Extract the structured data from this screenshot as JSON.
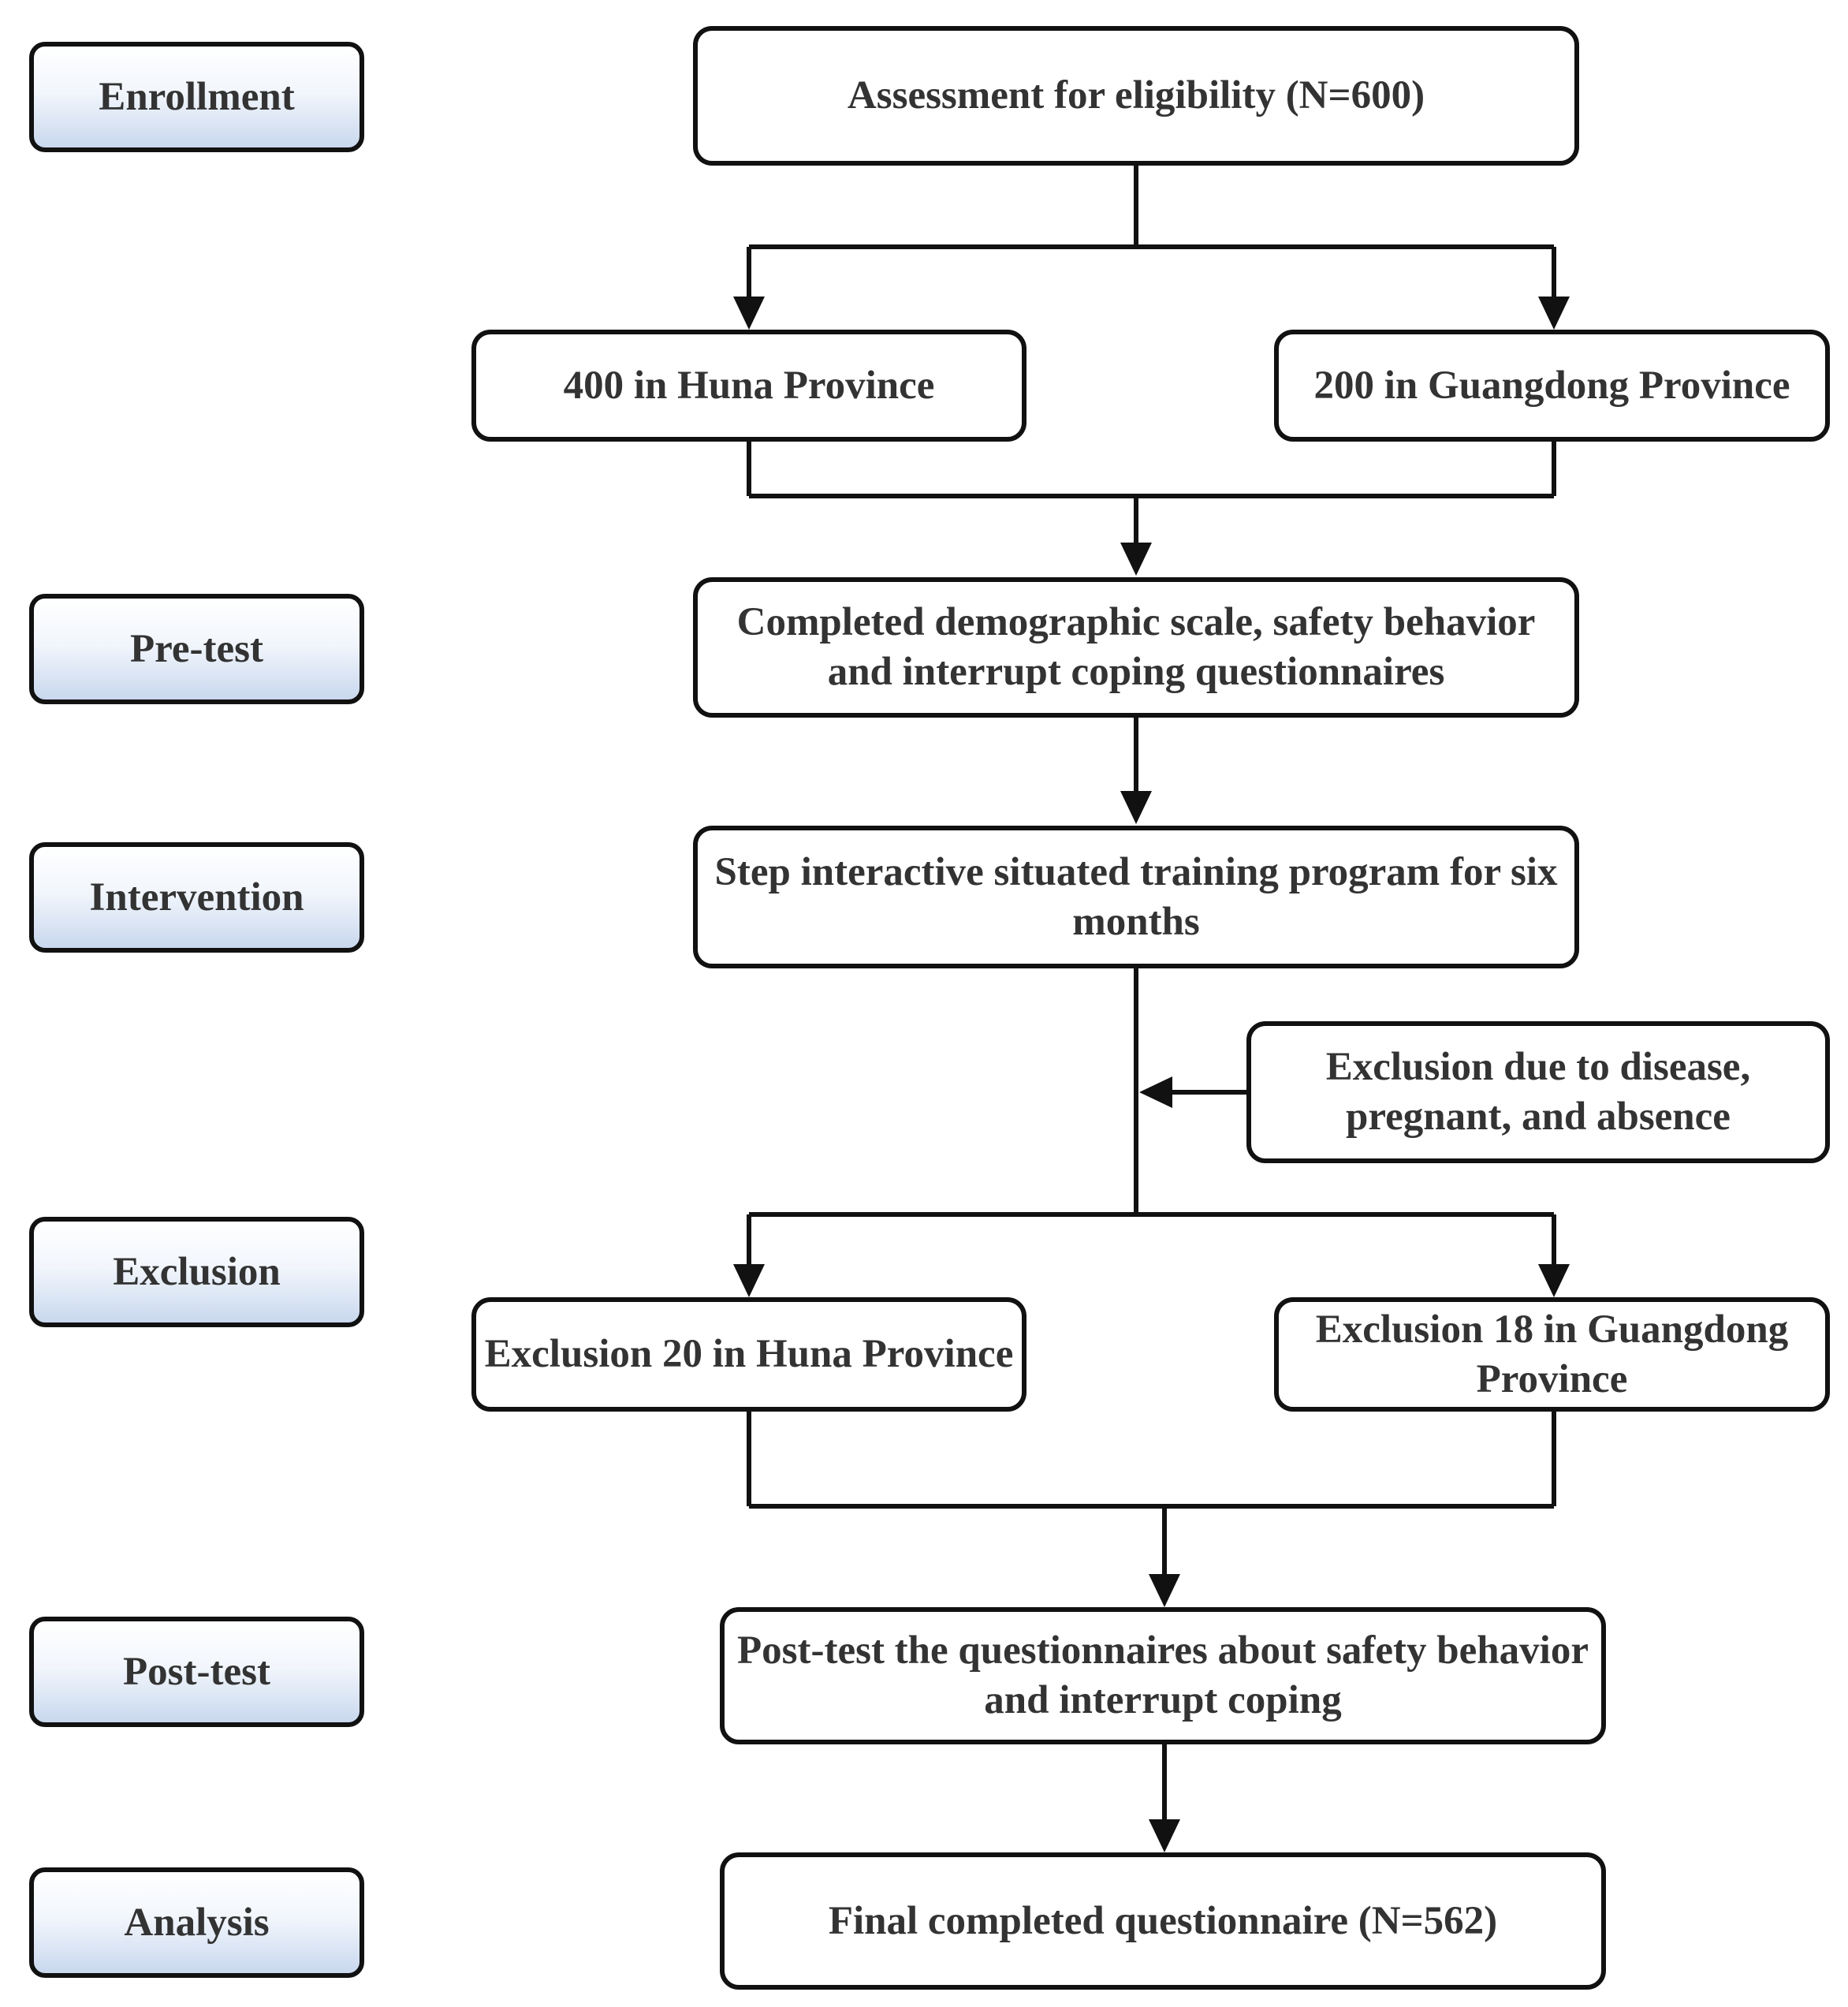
{
  "stages": {
    "enrollment": "Enrollment",
    "pretest": "Pre-test",
    "intervention": "Intervention",
    "exclusion": "Exclusion",
    "posttest": "Post-test",
    "analysis": "Analysis"
  },
  "boxes": {
    "assessment": "Assessment for eligibility (N=600)",
    "huna": "400 in Huna Province",
    "guangdong": "200 in Guangdong Province",
    "pretest": "Completed demographic scale, safety behavior and interrupt coping questionnaires",
    "training": "Step interactive situated training program for six months",
    "exclusion_reason": "Exclusion due to disease, pregnant, and absence",
    "exclusion_huna": "Exclusion 20 in Huna Province",
    "exclusion_guangdong": "Exclusion 18 in Guangdong Province",
    "posttest": "Post-test the questionnaires about safety behavior and interrupt coping",
    "final": "Final completed questionnaire (N=562)"
  },
  "colors": {
    "stroke": "#111111",
    "text": "#333333",
    "stage_gradient_top": "#ffffff",
    "stage_gradient_bottom": "#c9d8ee"
  }
}
